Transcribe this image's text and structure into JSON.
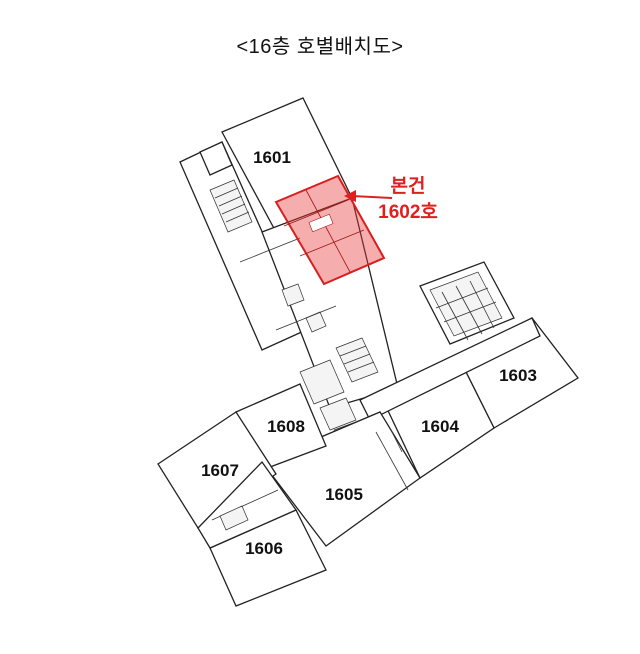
{
  "title": "<16층  호별배치도>",
  "units": [
    "1601",
    "1603",
    "1604",
    "1605",
    "1606",
    "1607",
    "1608"
  ],
  "callout": {
    "line1": "본건",
    "line2": "1602호"
  },
  "colors": {
    "highlight": "#e83c3c",
    "callout_text": "#e02020"
  }
}
